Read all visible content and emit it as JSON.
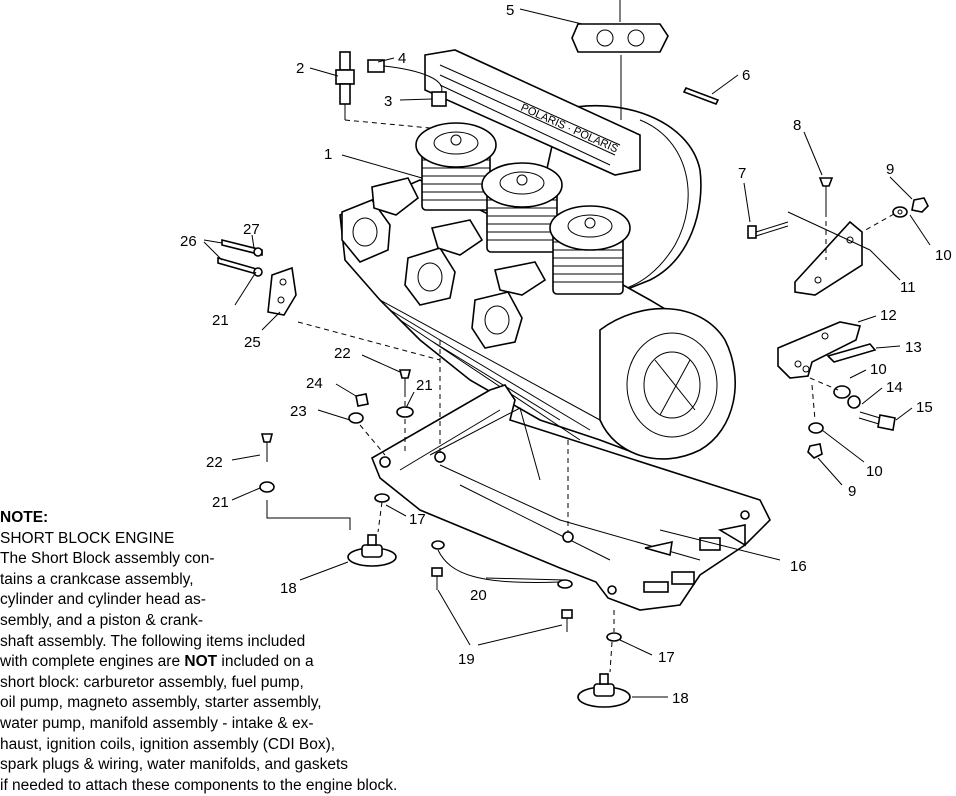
{
  "callouts": {
    "c1": "1",
    "c2": "2",
    "c3": "3",
    "c4": "4",
    "c5": "5",
    "c6": "6",
    "c7": "7",
    "c8": "8",
    "c9a": "9",
    "c9b": "9",
    "c10a": "10",
    "c10b": "10",
    "c10c": "10",
    "c11": "11",
    "c12": "12",
    "c13": "13",
    "c14": "14",
    "c15": "15",
    "c16": "16",
    "c17a": "17",
    "c17b": "17",
    "c18a": "18",
    "c18b": "18",
    "c19": "19",
    "c20": "20",
    "c21a": "21",
    "c21b": "21",
    "c21c": "21",
    "c22a": "22",
    "c22b": "22",
    "c23": "23",
    "c24": "24",
    "c25": "25",
    "c26": "26",
    "c27": "27"
  },
  "note": {
    "title": "NOTE:",
    "heading": "SHORT BLOCK ENGINE",
    "line1": "The Short Block assembly con-",
    "line2": "tains a crankcase assembly,",
    "line3": "cylinder and cylinder head as-",
    "line4": "sembly, and a piston & crank-",
    "line5": "shaft assembly.  The following items included",
    "line6_pre": "with complete engines are ",
    "line6_emph": "NOT",
    "line6_post": " included on a",
    "line7": "short block:  carburetor assembly, fuel pump,",
    "line8": "oil pump, magneto assembly, starter assembly,",
    "line9": "water pump, manifold assembly - intake & ex-",
    "line10": "haust, ignition coils, ignition assembly (CDI Box),",
    "line11": "spark plugs & wiring, water manifolds, and gaskets",
    "line12": "if needed to attach these components to the engine block."
  }
}
